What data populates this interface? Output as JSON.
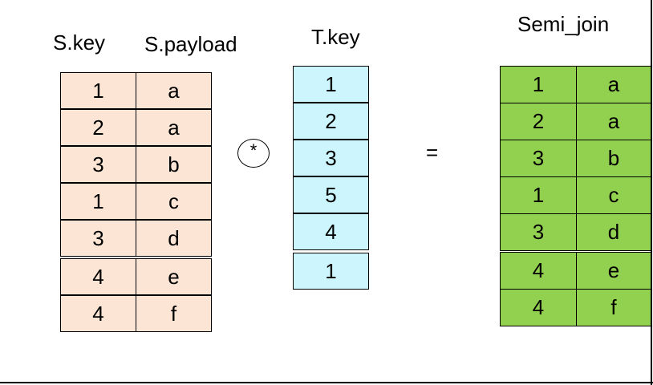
{
  "headers": {
    "s_key": "S.key",
    "s_payload": "S.payload",
    "t_key": "T.key",
    "semi_join": "Semi_join"
  },
  "operators": {
    "join_symbol": "*",
    "equals_symbol": "="
  },
  "colors": {
    "s_table_fill": "#fce5d4",
    "t_table_fill": "#ccf5fd",
    "result_table_fill": "#92d050"
  },
  "s_table": {
    "rows": [
      {
        "key": "1",
        "payload": "a"
      },
      {
        "key": "2",
        "payload": "a"
      },
      {
        "key": "3",
        "payload": "b"
      },
      {
        "key": "1",
        "payload": "c"
      },
      {
        "key": "3",
        "payload": "d"
      },
      {
        "key": "4",
        "payload": "e"
      },
      {
        "key": "4",
        "payload": "f"
      }
    ]
  },
  "t_table": {
    "rows": [
      {
        "key": "1"
      },
      {
        "key": "2"
      },
      {
        "key": "3"
      },
      {
        "key": "5"
      },
      {
        "key": "4"
      },
      {
        "key": "1"
      }
    ]
  },
  "result_table": {
    "rows": [
      {
        "key": "1",
        "payload": "a"
      },
      {
        "key": "2",
        "payload": "a"
      },
      {
        "key": "3",
        "payload": "b"
      },
      {
        "key": "1",
        "payload": "c"
      },
      {
        "key": "3",
        "payload": "d"
      },
      {
        "key": "4",
        "payload": "e"
      },
      {
        "key": "4",
        "payload": "f"
      }
    ]
  }
}
